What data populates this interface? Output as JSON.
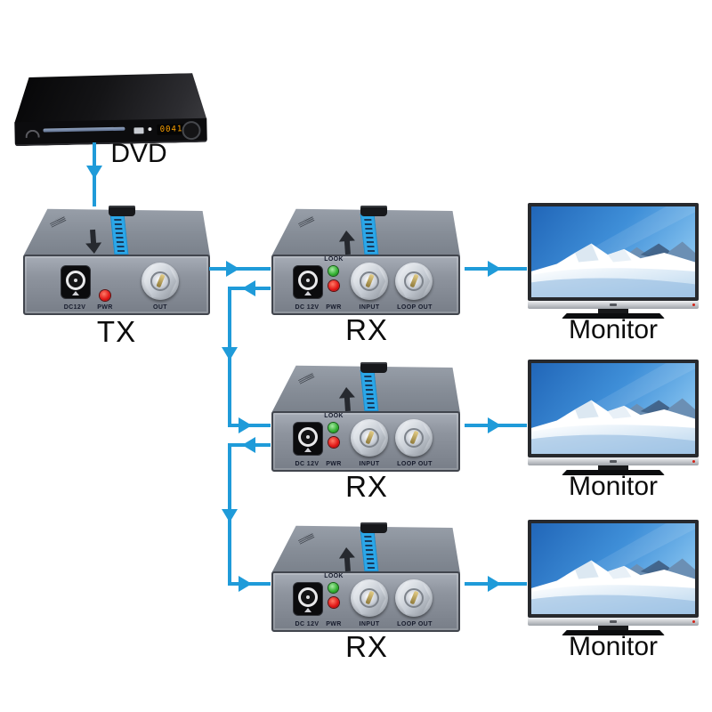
{
  "colors": {
    "wire_blue": "#1f9bd9",
    "device_body_gray": "#8e949e",
    "label_strip_cyan": "#2ba7e8",
    "pwr_led_red": "#e01414",
    "lock_led_green": "#30ae2f",
    "dvd_display_orange": "#ffa200",
    "caption_text": "#0c0c0c"
  },
  "dvd": {
    "label": "DVD",
    "display": "0041"
  },
  "tx": {
    "label": "TX",
    "power_label": "DC12V",
    "pwr_label": "PWR",
    "out_label": "OUT"
  },
  "rx_units": [
    {
      "label": "RX",
      "power_label": "DC 12V",
      "pwr_label": "PWR",
      "lock_label": "LOOK",
      "input_label": "INPUT",
      "loop_out_label": "LOOP OUT"
    },
    {
      "label": "RX",
      "power_label": "DC 12V",
      "pwr_label": "PWR",
      "lock_label": "LOOK",
      "input_label": "INPUT",
      "loop_out_label": "LOOP OUT"
    },
    {
      "label": "RX",
      "power_label": "DC 12V",
      "pwr_label": "PWR",
      "lock_label": "LOOK",
      "input_label": "INPUT",
      "loop_out_label": "LOOP OUT"
    }
  ],
  "monitors": [
    {
      "label": "Monitor",
      "screen": "snowy mountain landscape"
    },
    {
      "label": "Monitor",
      "screen": "snowy mountain landscape"
    },
    {
      "label": "Monitor",
      "screen": "snowy mountain landscape"
    }
  ]
}
